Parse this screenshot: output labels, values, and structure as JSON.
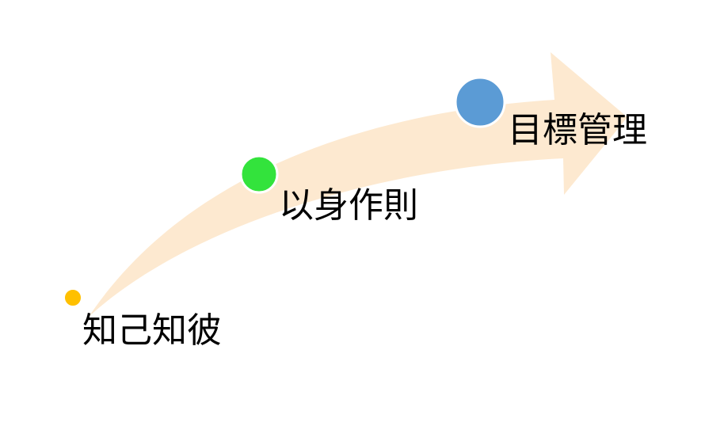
{
  "diagram": {
    "arrow_color": "#fde9d0",
    "steps": [
      {
        "label": "知己知彼",
        "dot_color": "#ffc000"
      },
      {
        "label": "以身作則",
        "dot_color": "#33e33c"
      },
      {
        "label": "目標管理",
        "dot_color": "#5b9bd5"
      }
    ]
  }
}
